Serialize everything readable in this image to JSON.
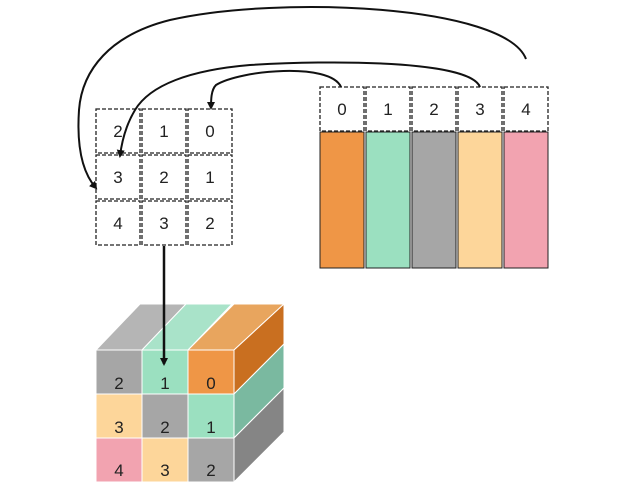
{
  "palette": {
    "orange": "#ef9646",
    "orange_top": "#e8a55e",
    "orange_side": "#c96f20",
    "green": "#9be0c0",
    "green_top": "#a9e3c9",
    "green_side": "#7ab9a0",
    "gray": "#a6a6a6",
    "gray_top": "#b5b5b5",
    "gray_side": "#858585",
    "peach": "#fdd69a",
    "pink": "#f2a3b0",
    "outline": "#222222"
  },
  "strips": [
    "0",
    "1",
    "2",
    "3",
    "4"
  ],
  "grid": {
    "rows": [
      [
        "2",
        "1",
        "0"
      ],
      [
        "3",
        "2",
        "1"
      ],
      [
        "4",
        "3",
        "2"
      ]
    ]
  },
  "cube": {
    "front": [
      [
        "2",
        "1",
        "0"
      ],
      [
        "3",
        "2",
        "1"
      ],
      [
        "4",
        "3",
        "2"
      ]
    ]
  }
}
